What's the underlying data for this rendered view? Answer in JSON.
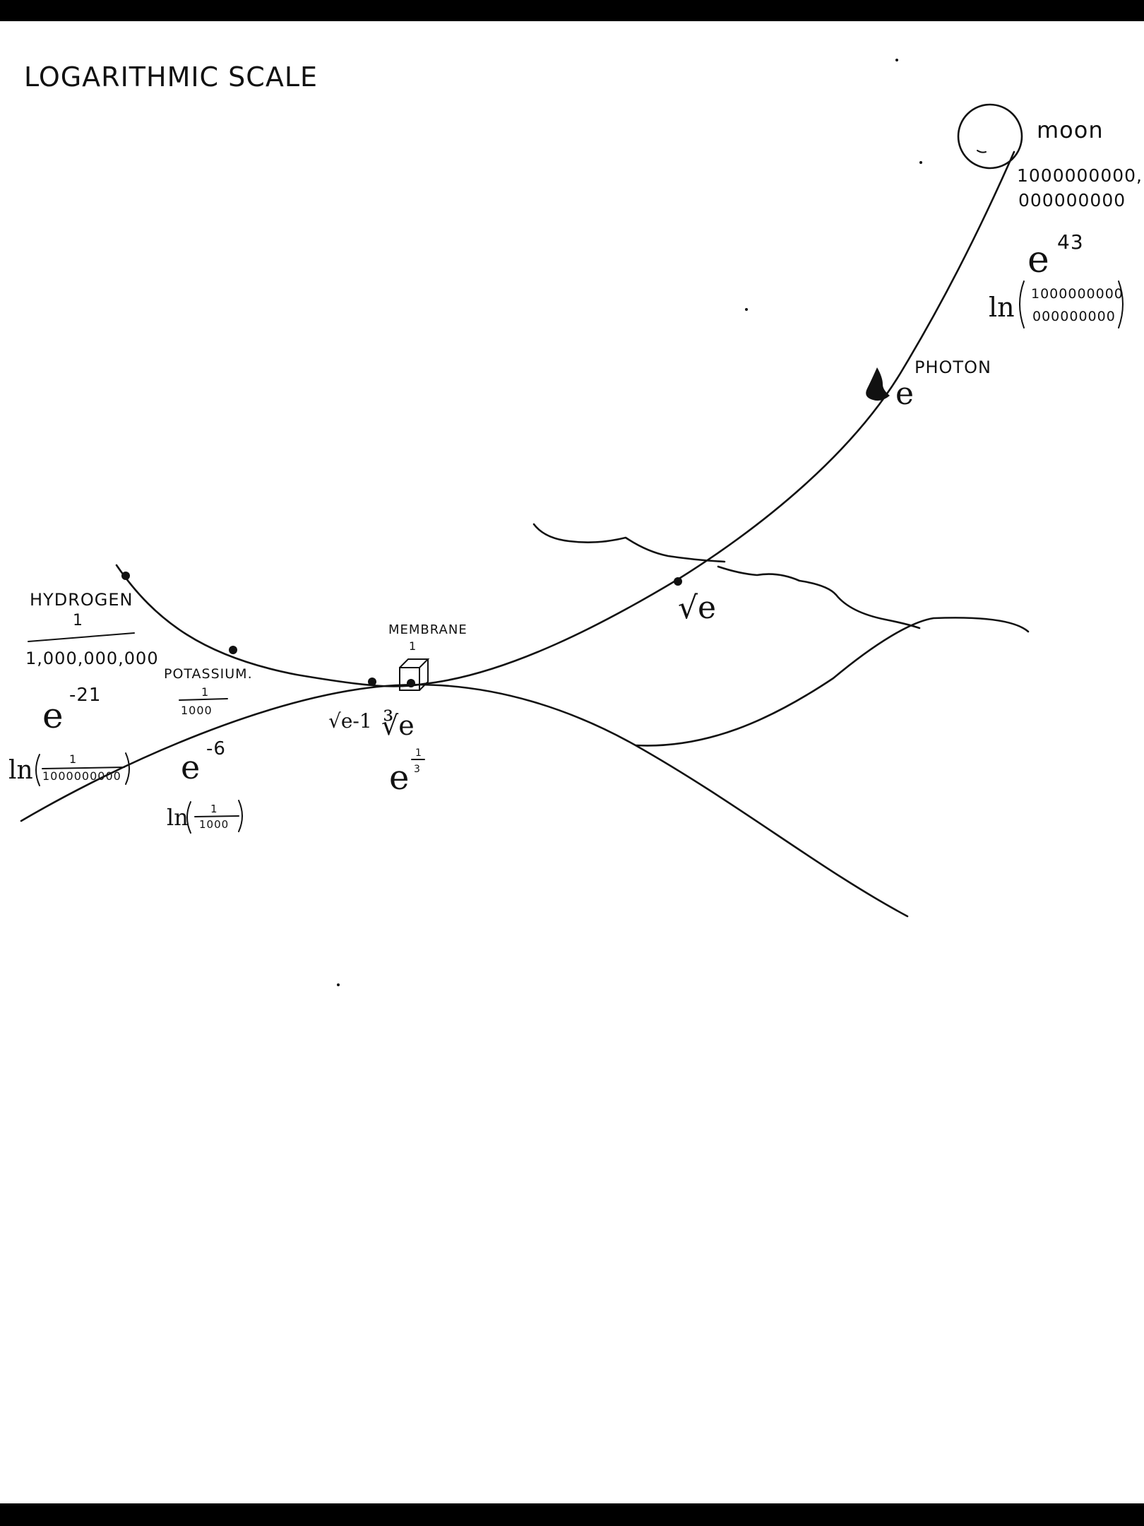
{
  "title": "LOGARITHMIC SCALE",
  "moon": {
    "label": "moon",
    "number_line1": "1000000000,",
    "number_line2": "000000000",
    "exp_base": "e",
    "exp_power": "43",
    "ln": "ln",
    "ln_num": "1000000000",
    "ln_den": "000000000"
  },
  "photon": {
    "label": "PHOTON",
    "symbol": "e"
  },
  "sqrt_e": {
    "label": "√e"
  },
  "hydrogen": {
    "label": "HYDROGEN",
    "frac_num": "1",
    "frac_den": "1,000,000,000",
    "exp_base": "e",
    "exp_power": "-21",
    "ln": "ln",
    "ln_num": "1",
    "ln_den": "1000000000"
  },
  "potassium": {
    "label": "POTASSIUM.",
    "frac_num": "1",
    "frac_den": "1000",
    "exp_base": "e",
    "exp_power": "-6",
    "ln": "ln",
    "ln_num": "1",
    "ln_den": "1000"
  },
  "membrane": {
    "label": "MEMBRANE",
    "count": "1",
    "root_left": "√e-1",
    "cube_root": "∛e",
    "exp_base": "e",
    "exp_num": "1",
    "exp_den": "3"
  }
}
